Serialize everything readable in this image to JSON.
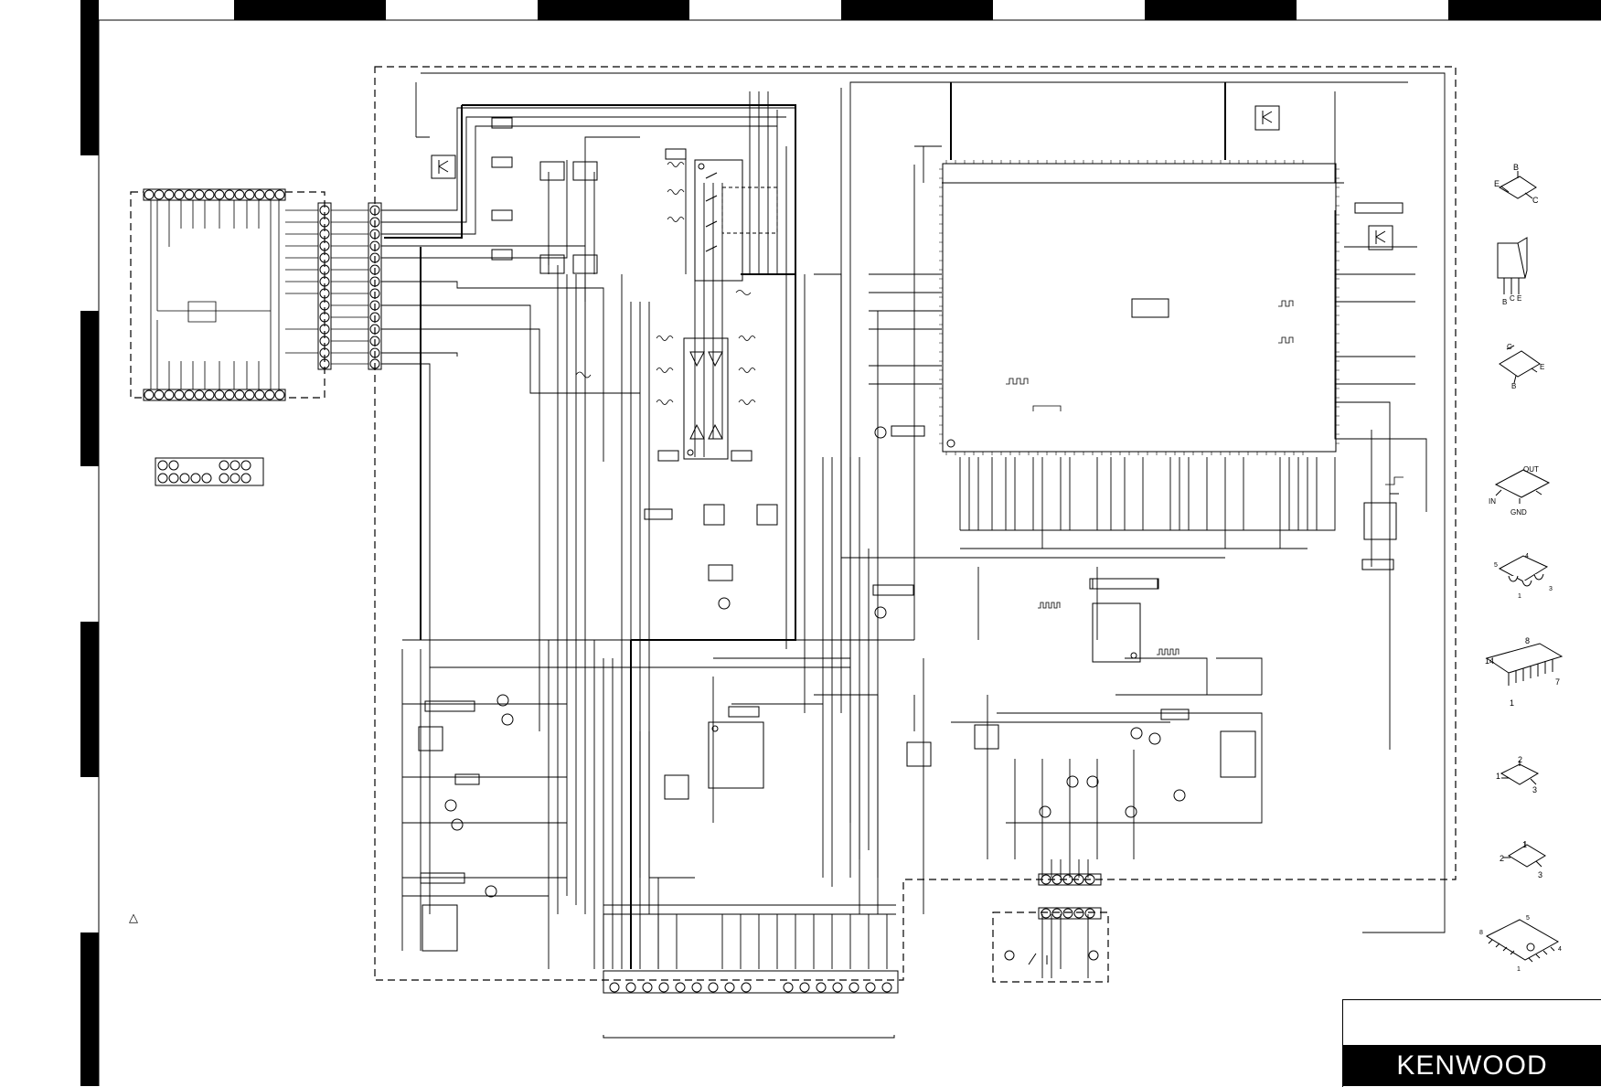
{
  "brand": {
    "name": "KENWOOD"
  },
  "package_outlines": [
    {
      "name": "sot23-transistor",
      "pins": [
        "B",
        "E",
        "C"
      ]
    },
    {
      "name": "to92-transistor",
      "pins": [
        "B",
        "C",
        "E"
      ]
    },
    {
      "name": "sot89-transistor",
      "pins": [
        "C",
        "B",
        "E"
      ]
    },
    {
      "name": "regulator-3pin",
      "pins": [
        "OUT",
        "IN",
        "GND"
      ]
    },
    {
      "name": "sot5-package",
      "pins": [
        "4",
        "5",
        "3",
        "1"
      ]
    },
    {
      "name": "dip14-package",
      "pins": [
        "14",
        "8",
        "1",
        "7"
      ]
    },
    {
      "name": "sot23-3pin-a",
      "pins": [
        "2",
        "1",
        "3"
      ]
    },
    {
      "name": "sot23-3pin-b",
      "pins": [
        "1",
        "2",
        "3"
      ]
    },
    {
      "name": "so8-package",
      "pins": [
        "5",
        "8",
        "1",
        "4"
      ]
    }
  ],
  "notes": {
    "caution_symbol": "△"
  }
}
